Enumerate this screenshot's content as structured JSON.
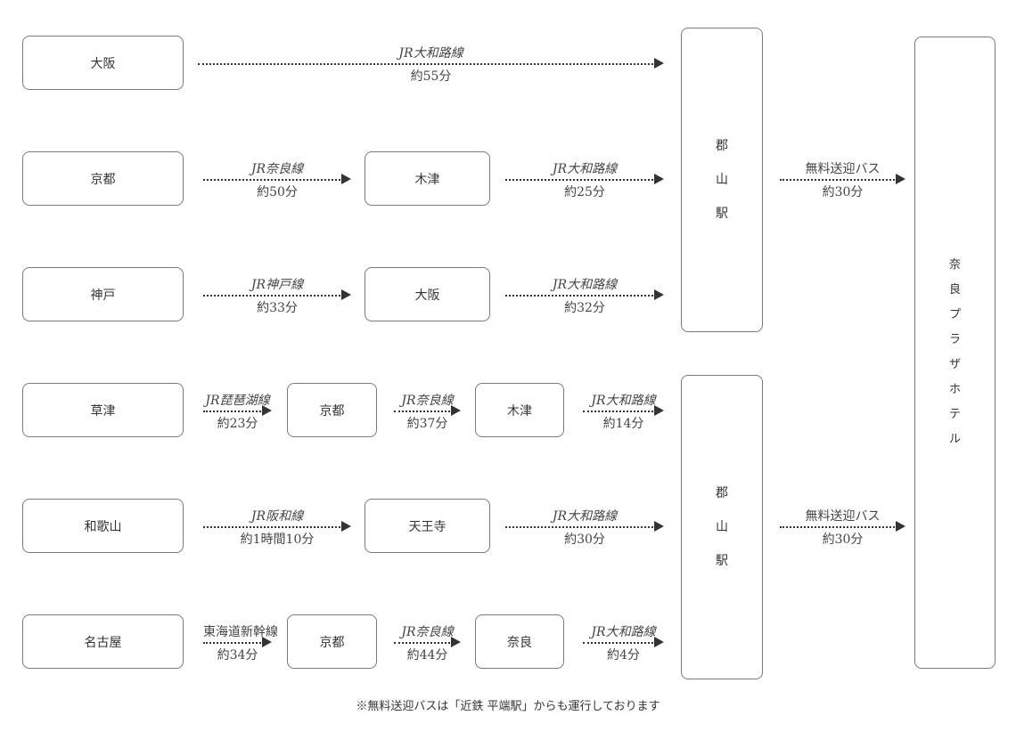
{
  "stations": {
    "osaka_origin": "大阪",
    "kyoto_origin": "京都",
    "kobe_origin": "神戸",
    "kusatsu_origin": "草津",
    "wakayama_origin": "和歌山",
    "nagoya_origin": "名古屋",
    "kizu_1": "木津",
    "osaka_mid": "大阪",
    "kyoto_mid_1": "京都",
    "kizu_2": "木津",
    "tennoji": "天王寺",
    "kyoto_mid_2": "京都",
    "nara": "奈良"
  },
  "koriyama": [
    "郡",
    "山",
    "駅"
  ],
  "hotel": [
    "奈",
    "良",
    "プ",
    "ラ",
    "ザ",
    "ホ",
    "テ",
    "ル"
  ],
  "routes": {
    "r1_line": "JR大和路線",
    "r1_time": "約55分",
    "r2a_line": "JR奈良線",
    "r2a_time": "約50分",
    "r2b_line": "JR大和路線",
    "r2b_time": "約25分",
    "r3a_line": "JR神戸線",
    "r3a_time": "約33分",
    "r3b_line": "JR大和路線",
    "r3b_time": "約32分",
    "r4a_line": "JR琵琶湖線",
    "r4a_time": "約23分",
    "r4b_line": "JR奈良線",
    "r4b_time": "約37分",
    "r4c_line": "JR大和路線",
    "r4c_time": "約14分",
    "r5a_line": "JR阪和線",
    "r5a_time": "約1時間10分",
    "r5b_line": "JR大和路線",
    "r5b_time": "約30分",
    "r6a_line": "東海道新幹線",
    "r6a_time": "約34分",
    "r6b_line": "JR奈良線",
    "r6b_time": "約44分",
    "r6c_line": "JR大和路線",
    "r6c_time": "約4分",
    "bus1_line": "無料送迎バス",
    "bus1_time": "約30分",
    "bus2_line": "無料送迎バス",
    "bus2_time": "約30分"
  },
  "footnote": "※無料送迎バスは「近鉄 平端駅」からも運行しております",
  "colors": {
    "border": "#7a7a7a",
    "arrow": "#333333",
    "text": "#333333"
  }
}
